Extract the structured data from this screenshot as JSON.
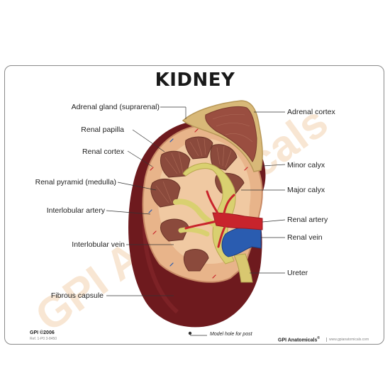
{
  "title": "KIDNEY",
  "watermark": "GPI Anatomicals",
  "labels_left": [
    "Adrenal gland (suprarenal)",
    "Renal papilla",
    "Renal cortex",
    "Renal pyramid (medulla)",
    "Interlobular artery",
    "Interlobular vein",
    "Fibrous capsule"
  ],
  "labels_right": [
    "Adrenal cortex",
    "Minor calyx",
    "Major calyx",
    "Renal artery",
    "Renal vein",
    "Ureter"
  ],
  "model_hole": "Model hole for post",
  "footer": {
    "copyright": "GPI ©2006",
    "ref": "Ref. 1-P0 3-8450",
    "brand": "GPI Anatomicals",
    "reg": "®",
    "url": "www.gpianatomicals.com"
  },
  "colors": {
    "capsule": "#6e1a1e",
    "cortex": "#e8b48a",
    "pyramid": "#8b4a3c",
    "adrenal": "#d8b878",
    "artery": "#c8242c",
    "vein": "#2a5cb0",
    "calyx": "#d9d070",
    "watermark": "#f2c9a0"
  }
}
